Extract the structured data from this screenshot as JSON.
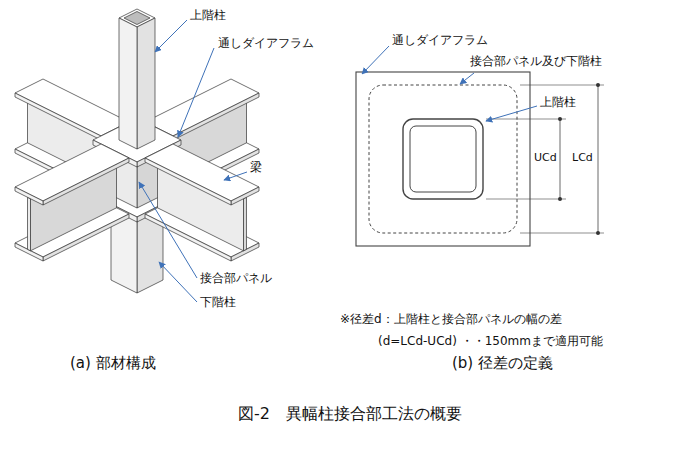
{
  "diagram": {
    "caption": "図-2　異幅柱接合部工法の概要",
    "labels": [
      "上階柱",
      "通しダイアフラム",
      "梁",
      "接合部パネル",
      "下階柱",
      "通しダイアフラム",
      "接合部パネル及び下階柱",
      "上階柱",
      "UCd",
      "LCd",
      "※径差d：上階柱と接合部パネルの幅の差",
      "(d=LCd-UCd) ・・150mmまで適用可能",
      "(a) 部材構成",
      "(b) 径差の定義"
    ]
  }
}
